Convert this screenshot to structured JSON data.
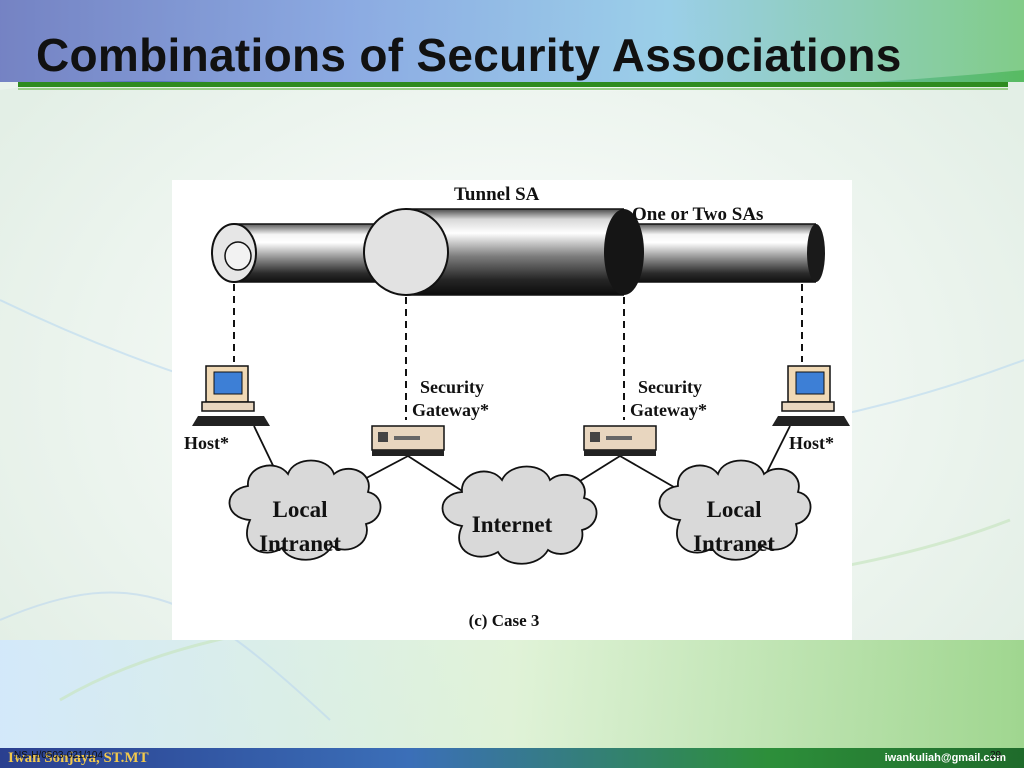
{
  "slide": {
    "title": "Combinations of Security Associations",
    "footer_author": "Iwan Sonjaya, ST.MT",
    "footer_code": "NS-H/0503-021/104",
    "footer_page": "29",
    "footer_email": "iwankuliah@gmail.com"
  },
  "diagram": {
    "tunnel_sa_label": "Tunnel SA",
    "inner_sa_label": "One or Two SAs",
    "host_left_label": "Host*",
    "host_right_label": "Host*",
    "gateway_left_line1": "Security",
    "gateway_left_line2": "Gateway*",
    "gateway_right_line1": "Security",
    "gateway_right_line2": "Gateway*",
    "cloud_left_line1": "Local",
    "cloud_left_line2": "Intranet",
    "cloud_center_label": "Internet",
    "cloud_right_line1": "Local",
    "cloud_right_line2": "Intranet",
    "caption": "(c) Case 3"
  },
  "colors": {
    "title_rule": "#2e8b1f",
    "screen_blue": "#3d7fd6",
    "gateway_tan": "#e8d6bf",
    "cloud_gray": "#d9d9d9"
  }
}
